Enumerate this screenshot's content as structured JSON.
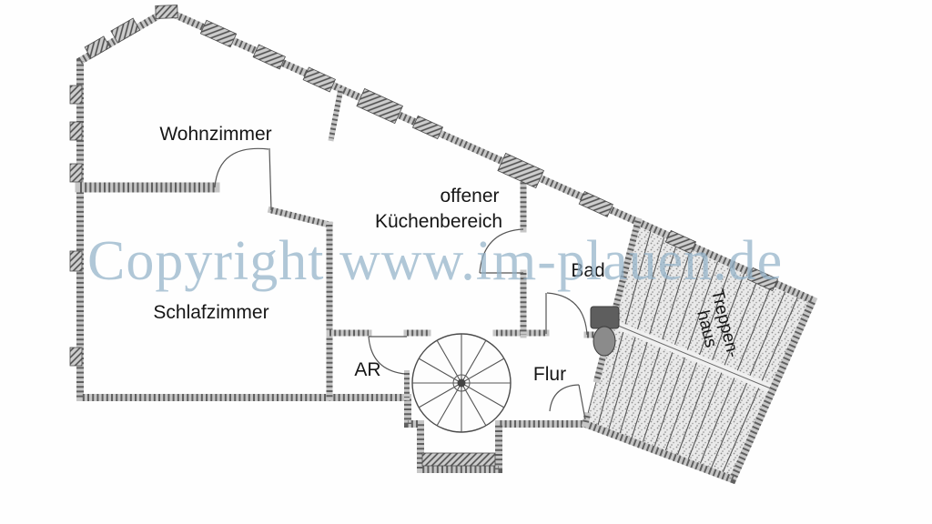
{
  "watermark": {
    "text": "Copyright www.im-plauen.de",
    "color": "#93b2c9"
  },
  "rooms": {
    "wohnzimmer": "Wohnzimmer",
    "kueche": {
      "line1": "offener",
      "line2": "Küchenbereich"
    },
    "bad": "Bad",
    "schlafzimmer": "Schlafzimmer",
    "abstellraum": "AR",
    "flur": "Flur",
    "treppenhaus": {
      "line1": "Treppen-",
      "line2": "haus"
    }
  },
  "colors": {
    "wall": "#5f5f5f",
    "wallBase": "#c6c6c6",
    "label": "#161616",
    "watermark": "#93b2c9"
  }
}
